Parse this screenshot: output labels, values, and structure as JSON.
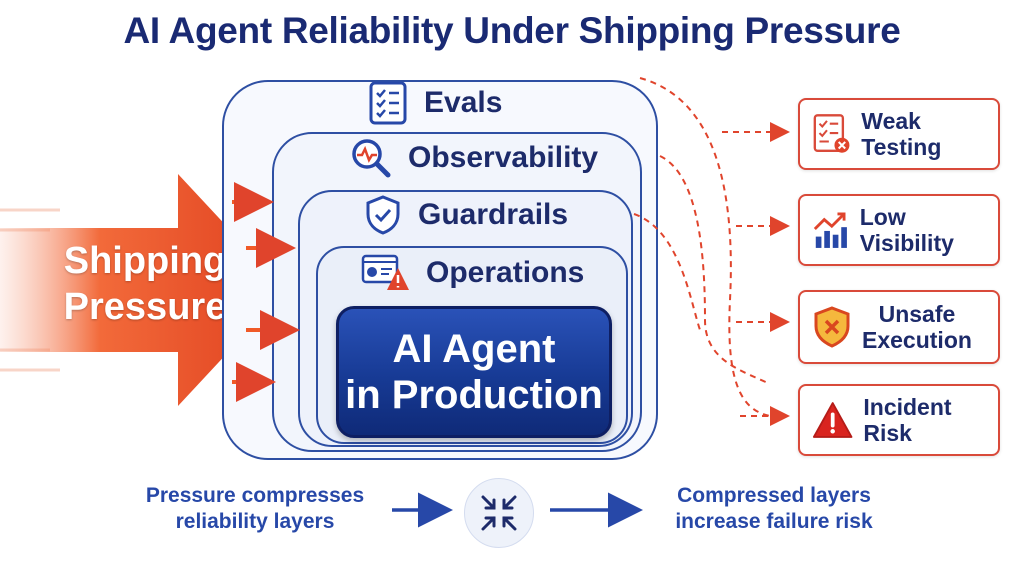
{
  "title": "AI Agent Reliability Under Shipping Pressure",
  "pressure": {
    "line1": "Shipping",
    "line2": "Pressure"
  },
  "layers": [
    {
      "label": "Evals",
      "icon": "checklist-icon"
    },
    {
      "label": "Observability",
      "icon": "magnifier-pulse-icon"
    },
    {
      "label": "Guardrails",
      "icon": "shield-check-icon"
    },
    {
      "label": "Operations",
      "icon": "dashboard-warning-icon"
    }
  ],
  "core": {
    "line1": "AI Agent",
    "line2": "in Production"
  },
  "risks": [
    {
      "line1": "Weak Testing",
      "line2": "",
      "icon": "checklist-x-icon"
    },
    {
      "line1": "Low Visibility",
      "line2": "",
      "icon": "bar-chart-trend-icon"
    },
    {
      "line1": "Unsafe",
      "line2": "Execution",
      "icon": "shield-x-icon"
    },
    {
      "line1": "Incident Risk",
      "line2": "",
      "icon": "warning-triangle-icon"
    }
  ],
  "notes": {
    "left_line1": "Pressure compresses",
    "left_line2": "reliability layers",
    "right_line1": "Compressed layers",
    "right_line2": "increase failure risk"
  },
  "colors": {
    "navy": "#1d2b6a",
    "blue": "#2748a8",
    "red": "#e0442c",
    "orange": "#f05a28"
  }
}
